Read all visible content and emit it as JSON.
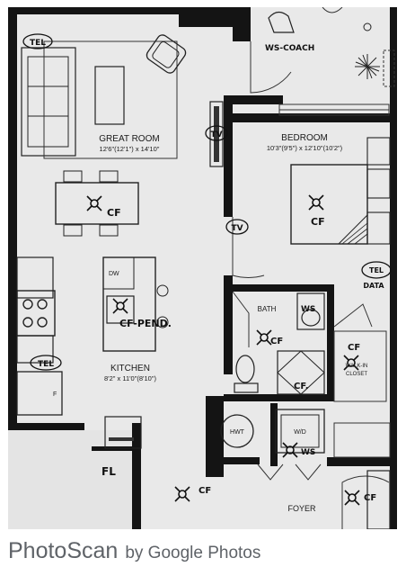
{
  "plan": {
    "great_room": {
      "name": "GREAT ROOM",
      "dims": "12'6\"(12'1\") x 14'10\""
    },
    "bedroom": {
      "name": "BEDROOM",
      "dims": "10'3\"(9'5\") x 12'10\"(10'2\")"
    },
    "kitchen": {
      "name": "KITCHEN",
      "dims": "8'2\" x 11'0\"(8'10\")"
    },
    "bath": {
      "name": "BATH"
    },
    "closet": {
      "line1": "WALK-IN",
      "line2": "CLOSET"
    },
    "foyer": {
      "name": "FOYER"
    },
    "fixtures": {
      "dw": "DW",
      "hwt": "HWT",
      "wd": "W/D",
      "f": "F"
    }
  },
  "annotations": {
    "tel": "TEL",
    "tel_data_1": "TEL",
    "tel_data_2": "DATA",
    "ws_coach": "WS-COACH",
    "tv": "TV",
    "cf": "CF",
    "cf_pend": "CF-PEND.",
    "cf_dot": "CF.",
    "ws": "WS",
    "fl": "FL"
  },
  "footer": {
    "brand": "PhotoScan",
    "by": "by Google Photos"
  }
}
